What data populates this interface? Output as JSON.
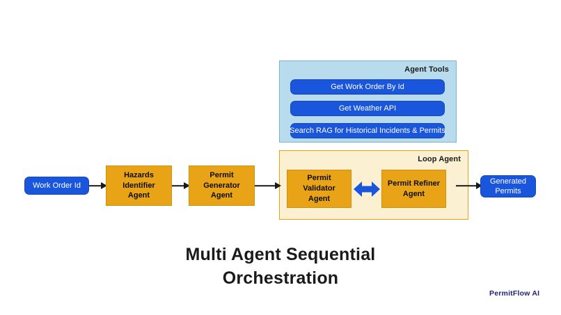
{
  "diagram": {
    "title_line1": "Multi Agent Sequential",
    "title_line2": "Orchestration",
    "watermark": "PermitFlow AI",
    "colors": {
      "orange_fill": "#E8A317",
      "orange_border": "#D0900C",
      "blue_fill": "#1A56DB",
      "blue_border": "#1647B8",
      "tools_panel_fill": "#B8DCEE",
      "tools_panel_border": "#77B6D4",
      "loop_panel_fill": "#FCF0D2",
      "loop_panel_border": "#E8A317",
      "arrow_color": "#1A1A1A",
      "title_color": "#1A1A1A",
      "watermark_color": "#22207A"
    }
  },
  "agent_tools_panel": {
    "title": "Agent Tools",
    "tools": [
      {
        "label": "Get Work Order By Id"
      },
      {
        "label": "Get Weather API"
      },
      {
        "label": "Search RAG for Historical Incidents & Permits"
      }
    ]
  },
  "loop_agent_panel": {
    "title": "Loop Agent",
    "agents": [
      {
        "line1": "Permit Validator",
        "line2": "Agent"
      },
      {
        "line1": "Permit Refiner",
        "line2": "Agent"
      }
    ],
    "loop_arrow_icon": "double-headed-arrow"
  },
  "flow": {
    "input": {
      "line1": "Work Order Id",
      "line2": ""
    },
    "steps": [
      {
        "line1": "Hazards Identifier",
        "line2": "Agent"
      },
      {
        "line1": "Permit Generator",
        "line2": "Agent"
      }
    ],
    "output": {
      "line1": "Generated",
      "line2": "Permits"
    }
  }
}
